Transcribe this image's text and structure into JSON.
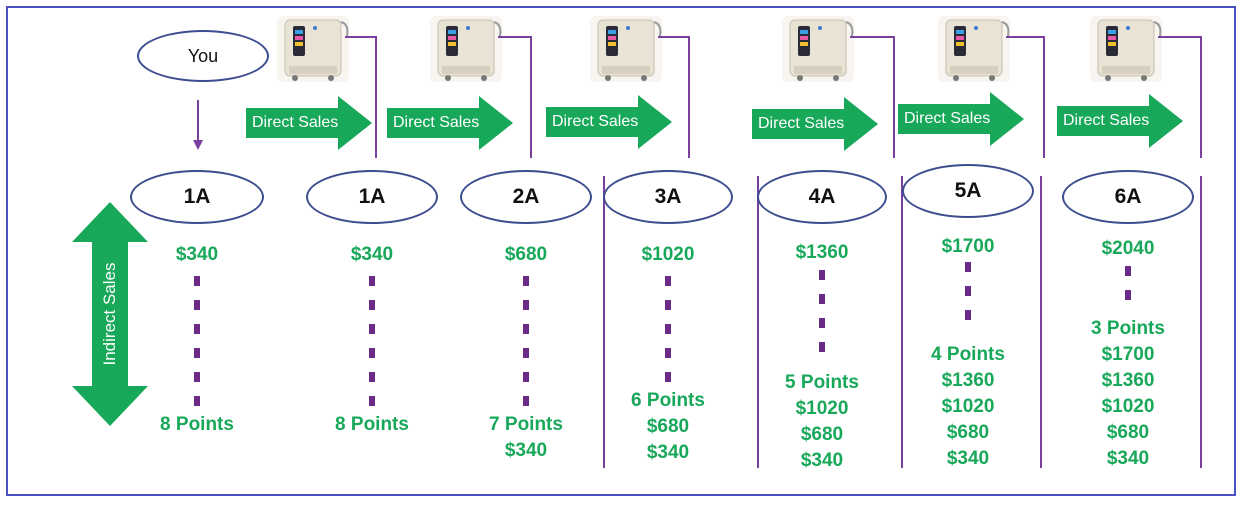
{
  "top": {
    "you_label": "You"
  },
  "arrows": {
    "direct_sales": "Direct Sales",
    "indirect_sales": "Indirect Sales"
  },
  "colors": {
    "border": "#4a4fc4",
    "green": "#18a85a",
    "purple": "#7b3f9e",
    "oval_border": "#3d4d8f"
  },
  "columns": [
    {
      "level": "1A",
      "top_value": "$340",
      "points": "8 Points",
      "values": []
    },
    {
      "level": "1A",
      "top_value": "$340",
      "points": "8 Points",
      "values": []
    },
    {
      "level": "2A",
      "top_value": "$680",
      "points": "7 Points",
      "values": [
        "$340"
      ]
    },
    {
      "level": "3A",
      "top_value": "$1020",
      "points": "6 Points",
      "values": [
        "$680",
        "$340"
      ]
    },
    {
      "level": "4A",
      "top_value": "$1360",
      "points": "5 Points",
      "values": [
        "$1020",
        "$680",
        "$340"
      ]
    },
    {
      "level": "5A",
      "top_value": "$1700",
      "points": "4 Points",
      "values": [
        "$1360",
        "$1020",
        "$680",
        "$340"
      ]
    },
    {
      "level": "6A",
      "top_value": "$2040",
      "points": "3 Points",
      "values": [
        "$1700",
        "$1360",
        "$1020",
        "$680",
        "$340"
      ]
    }
  ],
  "icons": {
    "machine": "water-ionizer-machine-icon"
  }
}
